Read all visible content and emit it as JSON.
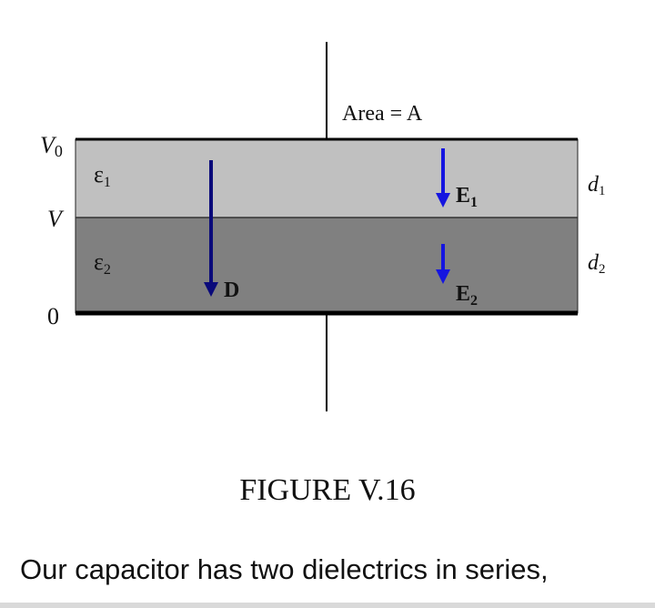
{
  "figure": {
    "area_label": "Area = A",
    "potentials": {
      "top": "V",
      "top_sub": "0",
      "middle": "V",
      "bottom": "0"
    },
    "dielectrics": [
      {
        "symbol": "ε",
        "sub": "1",
        "color": "#c0c0c0"
      },
      {
        "symbol": "ε",
        "sub": "2",
        "color": "#808080"
      }
    ],
    "thickness": [
      {
        "symbol": "d",
        "sub": "1"
      },
      {
        "symbol": "d",
        "sub": "2"
      }
    ],
    "fields": {
      "D": "D",
      "E1": "E",
      "E1_sub": "1",
      "E2": "E",
      "E2_sub": "2"
    },
    "arrow_color_dark": "#0a0a7a",
    "arrow_color_blue": "#1515e0"
  },
  "caption": "FIGURE V.16",
  "body_text": "Our capacitor has two dielectrics in series,"
}
